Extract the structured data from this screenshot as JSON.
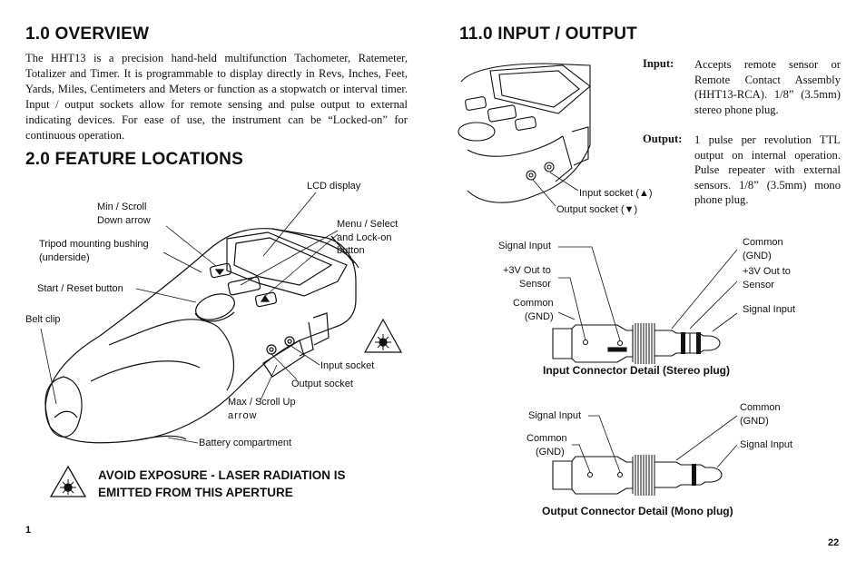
{
  "left_page": {
    "overview_heading": "1.0   OVERVIEW",
    "overview_text": "The HHT13 is a precision hand-held multifunction Tachometer, Ratemeter, Totalizer and Timer.  It is programmable to display directly in Revs, Inches, Feet, Yards, Miles, Centimeters and Meters or function as a stopwatch or interval timer.  Input / output sockets allow for remote sensing and pulse output to external indicating devices.  For ease of use, the instrument can be “Locked-on” for continuous operation.",
    "features_heading": "2.0   FEATURE LOCATIONS",
    "labels": {
      "lcd_display": "LCD display",
      "min_scroll_1": "Min / Scroll",
      "min_scroll_2": "Down  arrow",
      "tripod_1": "Tripod mounting bushing",
      "tripod_2": "(underside)",
      "menu_1": "Menu / Select",
      "menu_2": "and  Lock-on",
      "menu_3": "button",
      "start_reset": "Start / Reset button",
      "belt_clip": "Belt clip",
      "input_socket": "Input socket",
      "output_socket": "Output  socket",
      "max_scroll_1": "Max / Scroll Up",
      "max_scroll_2": "arrow",
      "battery": "Battery  compartment"
    },
    "warning_line1": "AVOID EXPOSURE - LASER RADIATION IS",
    "warning_line2": "EMITTED FROM THIS APERTURE",
    "page_number": "1"
  },
  "right_page": {
    "io_heading": "11.0   INPUT / OUTPUT",
    "input_key": "Input:",
    "input_text": "Accepts remote sensor or Remote Contact Assembly (HHT13-RCA).      1/8” (3.5mm) stereo phone plug.",
    "output_key": "Output:",
    "output_text": "1 pulse per revolution TTL output on internal operation. Pulse repeater with external sensors. 1/8” (3.5mm) mono phone plug.",
    "socket_input": "Input socket (▲)",
    "socket_output": "Output socket (▼)",
    "stereo": {
      "signal_input_left": "Signal Input",
      "v3_out_1": "+3V Out to",
      "v3_out_2": "Sensor",
      "common_left_1": "Common",
      "common_left_2": "(GND)",
      "common_right_1": "Common",
      "common_right_2": "(GND)",
      "v3_out_right_1": "+3V Out to",
      "v3_out_right_2": "Sensor",
      "signal_input_right": "Signal Input",
      "caption": "Input Connector Detail (Stereo plug)"
    },
    "mono": {
      "signal_input_left": "Signal Input",
      "common_left_1": "Common",
      "common_left_2": "(GND)",
      "common_right_1": "Common",
      "common_right_2": "(GND)",
      "signal_input_right": "Signal Input",
      "caption": "Output Connector Detail (Mono plug)"
    },
    "page_number": "22"
  }
}
